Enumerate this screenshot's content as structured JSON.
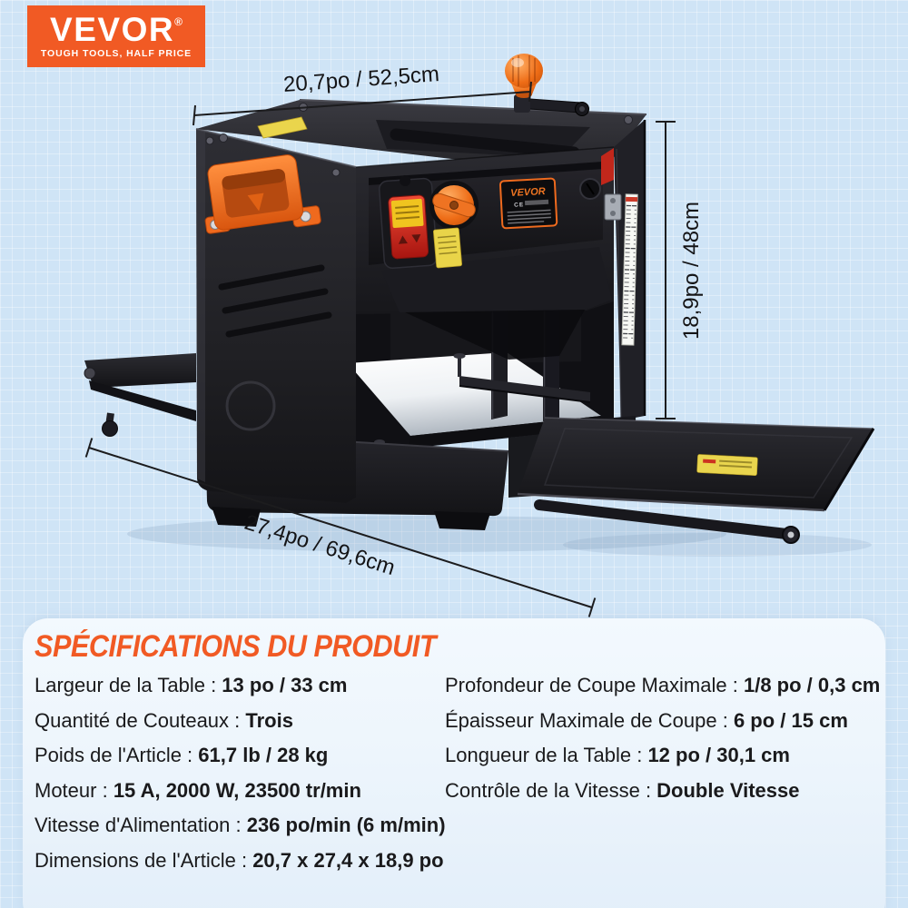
{
  "brand": {
    "name": "VEVOR",
    "registered_mark": "®",
    "tagline": "TOUGH TOOLS, HALF PRICE"
  },
  "machine": {
    "plate_brand": "VEVOR",
    "plate_ce": "CE"
  },
  "dimension_labels": {
    "width": "20,7po / 52,5cm",
    "height": "18,9po / 48cm",
    "depth": "27,4po / 69,6cm"
  },
  "specs": {
    "title": "SPÉCIFICATIONS DU PRODUIT",
    "left": [
      {
        "label": "Largeur de la Table : ",
        "value": "13 po / 33 cm"
      },
      {
        "label": "Quantité de Couteaux : ",
        "value": "Trois"
      },
      {
        "label": "Poids de l'Article : ",
        "value": "61,7 lb / 28 kg"
      },
      {
        "label": "Moteur : ",
        "value": "15 A, 2000 W, 23500 tr/min"
      },
      {
        "label": "Vitesse d'Alimentation : ",
        "value": "236 po/min (6 m/min)"
      },
      {
        "label": "Dimensions de l'Article : ",
        "value": "20,7 x 27,4 x 18,9 po"
      }
    ],
    "right": [
      {
        "label": "Profondeur de Coupe Maximale : ",
        "value": "1/8 po / 0,3 cm"
      },
      {
        "label": "Épaisseur Maximale de Coupe : ",
        "value": "6 po / 15 cm"
      },
      {
        "label": "Longueur de la Table : ",
        "value": "12 po / 30,1 cm"
      },
      {
        "label": "Contrôle de la Vitesse : ",
        "value": "Double Vitesse"
      }
    ]
  },
  "colors": {
    "accent": "#f15a24",
    "background": "#cfe4f6",
    "panel": "#edf5fc",
    "text": "#1a1a1c"
  }
}
